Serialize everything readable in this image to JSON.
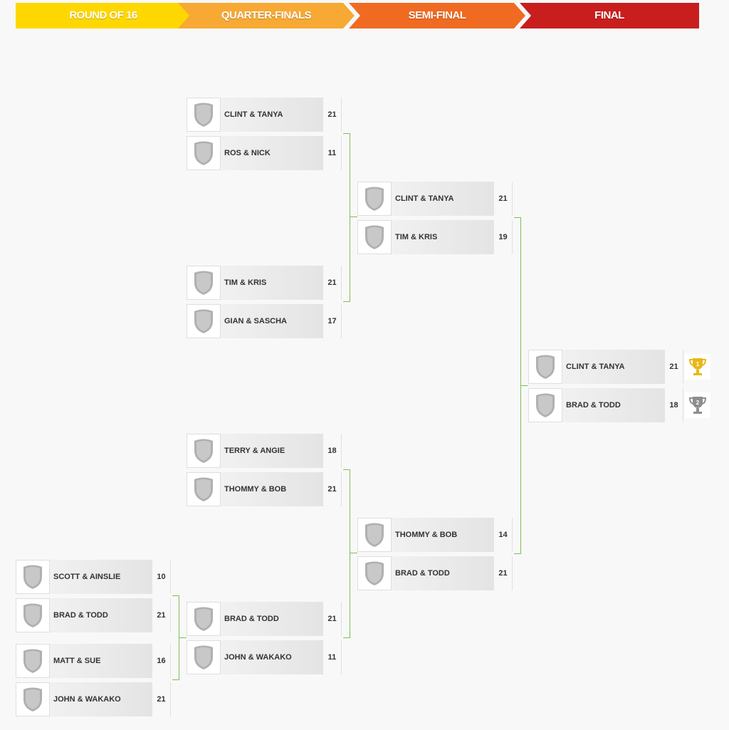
{
  "stages": [
    "ROUND OF 16",
    "QUARTER-FINALS",
    "SEMI-FINAL",
    "FINAL"
  ],
  "rounds": {
    "r16": [
      {
        "name": "SCOTT & AINSLIE",
        "score": "10"
      },
      {
        "name": "BRAD & TODD",
        "score": "21"
      },
      {
        "name": "MATT & SUE",
        "score": "16"
      },
      {
        "name": "JOHN & WAKAKO",
        "score": "21"
      }
    ],
    "qf": [
      {
        "name": "CLINT & TANYA",
        "score": "21"
      },
      {
        "name": "ROS & NICK",
        "score": "11"
      },
      {
        "name": "TIM & KRIS",
        "score": "21"
      },
      {
        "name": "GIAN & SASCHA",
        "score": "17"
      },
      {
        "name": "TERRY & ANGIE",
        "score": "18"
      },
      {
        "name": "THOMMY & BOB",
        "score": "21"
      },
      {
        "name": "BRAD & TODD",
        "score": "21"
      },
      {
        "name": "JOHN & WAKAKO",
        "score": "11"
      }
    ],
    "sf": [
      {
        "name": "CLINT & TANYA",
        "score": "21"
      },
      {
        "name": "TIM & KRIS",
        "score": "19"
      },
      {
        "name": "THOMMY & BOB",
        "score": "14"
      },
      {
        "name": "BRAD & TODD",
        "score": "21"
      }
    ],
    "final": [
      {
        "name": "CLINT & TANYA",
        "score": "21",
        "trophy": "gold-trophy-icon",
        "place": "1"
      },
      {
        "name": "BRAD & TODD",
        "score": "18",
        "trophy": "silver-trophy-icon",
        "place": "2"
      }
    ]
  },
  "colors": {
    "gold": "#e8b81a",
    "silver": "#8e8e8e",
    "connector": "#7fbf59"
  }
}
